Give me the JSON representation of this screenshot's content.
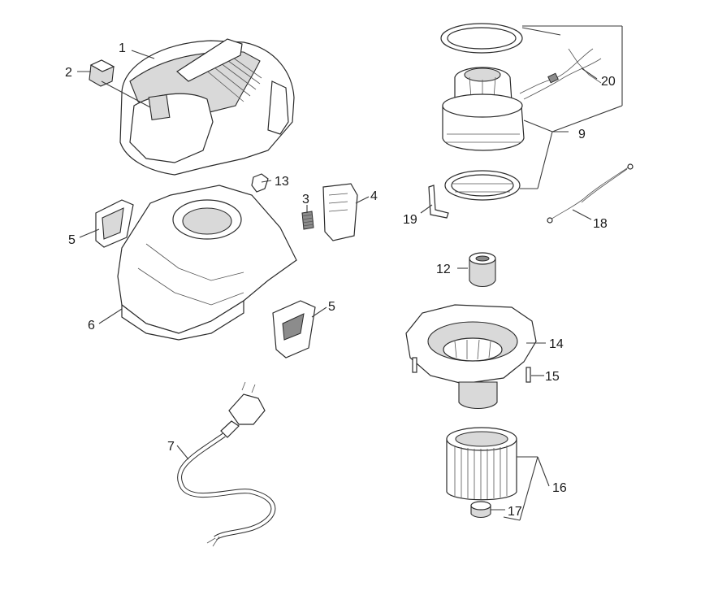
{
  "labels": {
    "l1": "1",
    "l2": "2",
    "l3": "3",
    "l4": "4",
    "l5a": "5",
    "l5b": "5",
    "l6": "6",
    "l7": "7",
    "l9": "9",
    "l12": "12",
    "l13": "13",
    "l14": "14",
    "l15": "15",
    "l16": "16",
    "l17": "17",
    "l18": "18",
    "l19": "19",
    "l20": "20"
  }
}
